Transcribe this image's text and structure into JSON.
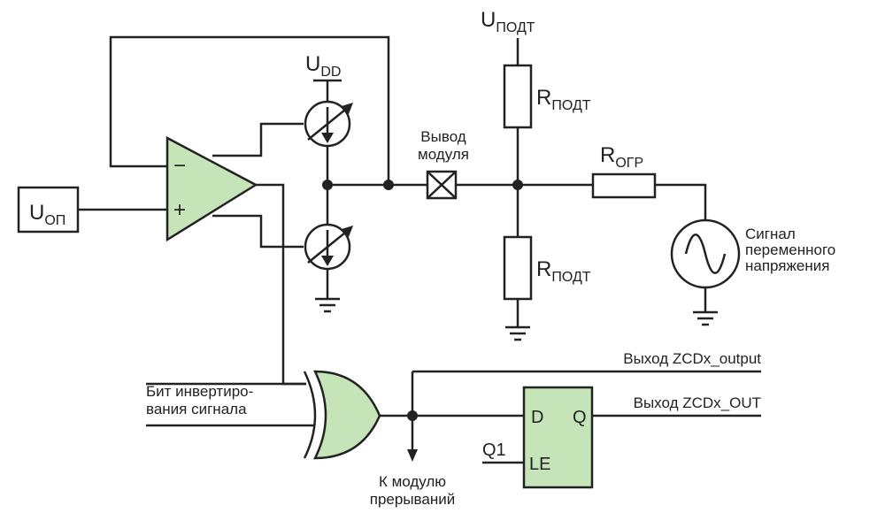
{
  "diagram": {
    "labels": {
      "uop": {
        "main": "U",
        "sub": "ОП"
      },
      "udd": {
        "main": "U",
        "sub": "DD"
      },
      "upodt": {
        "main": "U",
        "sub": "ПОДТ"
      },
      "rpodt_top": {
        "main": "R",
        "sub": "ПОДТ"
      },
      "rpodt_bottom": {
        "main": "R",
        "sub": "ПОДТ"
      },
      "rogr": {
        "main": "R",
        "sub": "ОГР"
      },
      "opamp_minus": "−",
      "opamp_plus": "+",
      "module_pin": [
        "Вывод",
        "модуля"
      ],
      "ac_signal": [
        "Сигнал",
        "переменного",
        "напряжения"
      ],
      "output_zcd": "Выход ZCDx_output",
      "output_zcd_out": "Выход ZCDx_OUT",
      "invert_bit": [
        "Бит инвертиро-",
        "вания сигнала"
      ],
      "to_interrupt": [
        "К модулю",
        "прерываний"
      ],
      "ff_d": "D",
      "ff_q": "Q",
      "ff_le": "LE",
      "q1": "Q1"
    },
    "colors": {
      "component_fill": "#c5e4b7",
      "line": "#222222"
    }
  }
}
